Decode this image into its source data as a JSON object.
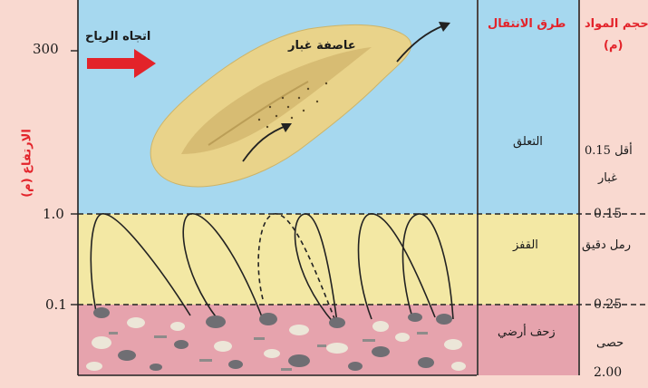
{
  "altitude_axis": {
    "title": "الارتفاع (م)",
    "ticks": [
      "300",
      "1.0",
      "0.1"
    ]
  },
  "columns": {
    "transport_header": "طرق الانتقال",
    "size_header_line1": "حجم المواد",
    "size_header_line2": "(م)"
  },
  "zones": {
    "suspension": "التعلق",
    "saltation": "القفز",
    "creep": "زحف أرضي"
  },
  "sizes": {
    "lt_015": "أقل 0.15",
    "dust": "غبار",
    "v015": "0.15",
    "fine_sand": "رمل دقيق",
    "v025": "0.25",
    "pebbles": "حصى",
    "v200": "2.00"
  },
  "labels": {
    "wind_direction": "اتجاه الرياح",
    "dust_storm": "عاصفة غبار"
  },
  "colors": {
    "sky": "#a6d8ef",
    "sand_layer": "#f3e8a4",
    "ground": "#e6a3ad",
    "accent_red": "#e3232a",
    "cloud": "#e9d38a"
  }
}
